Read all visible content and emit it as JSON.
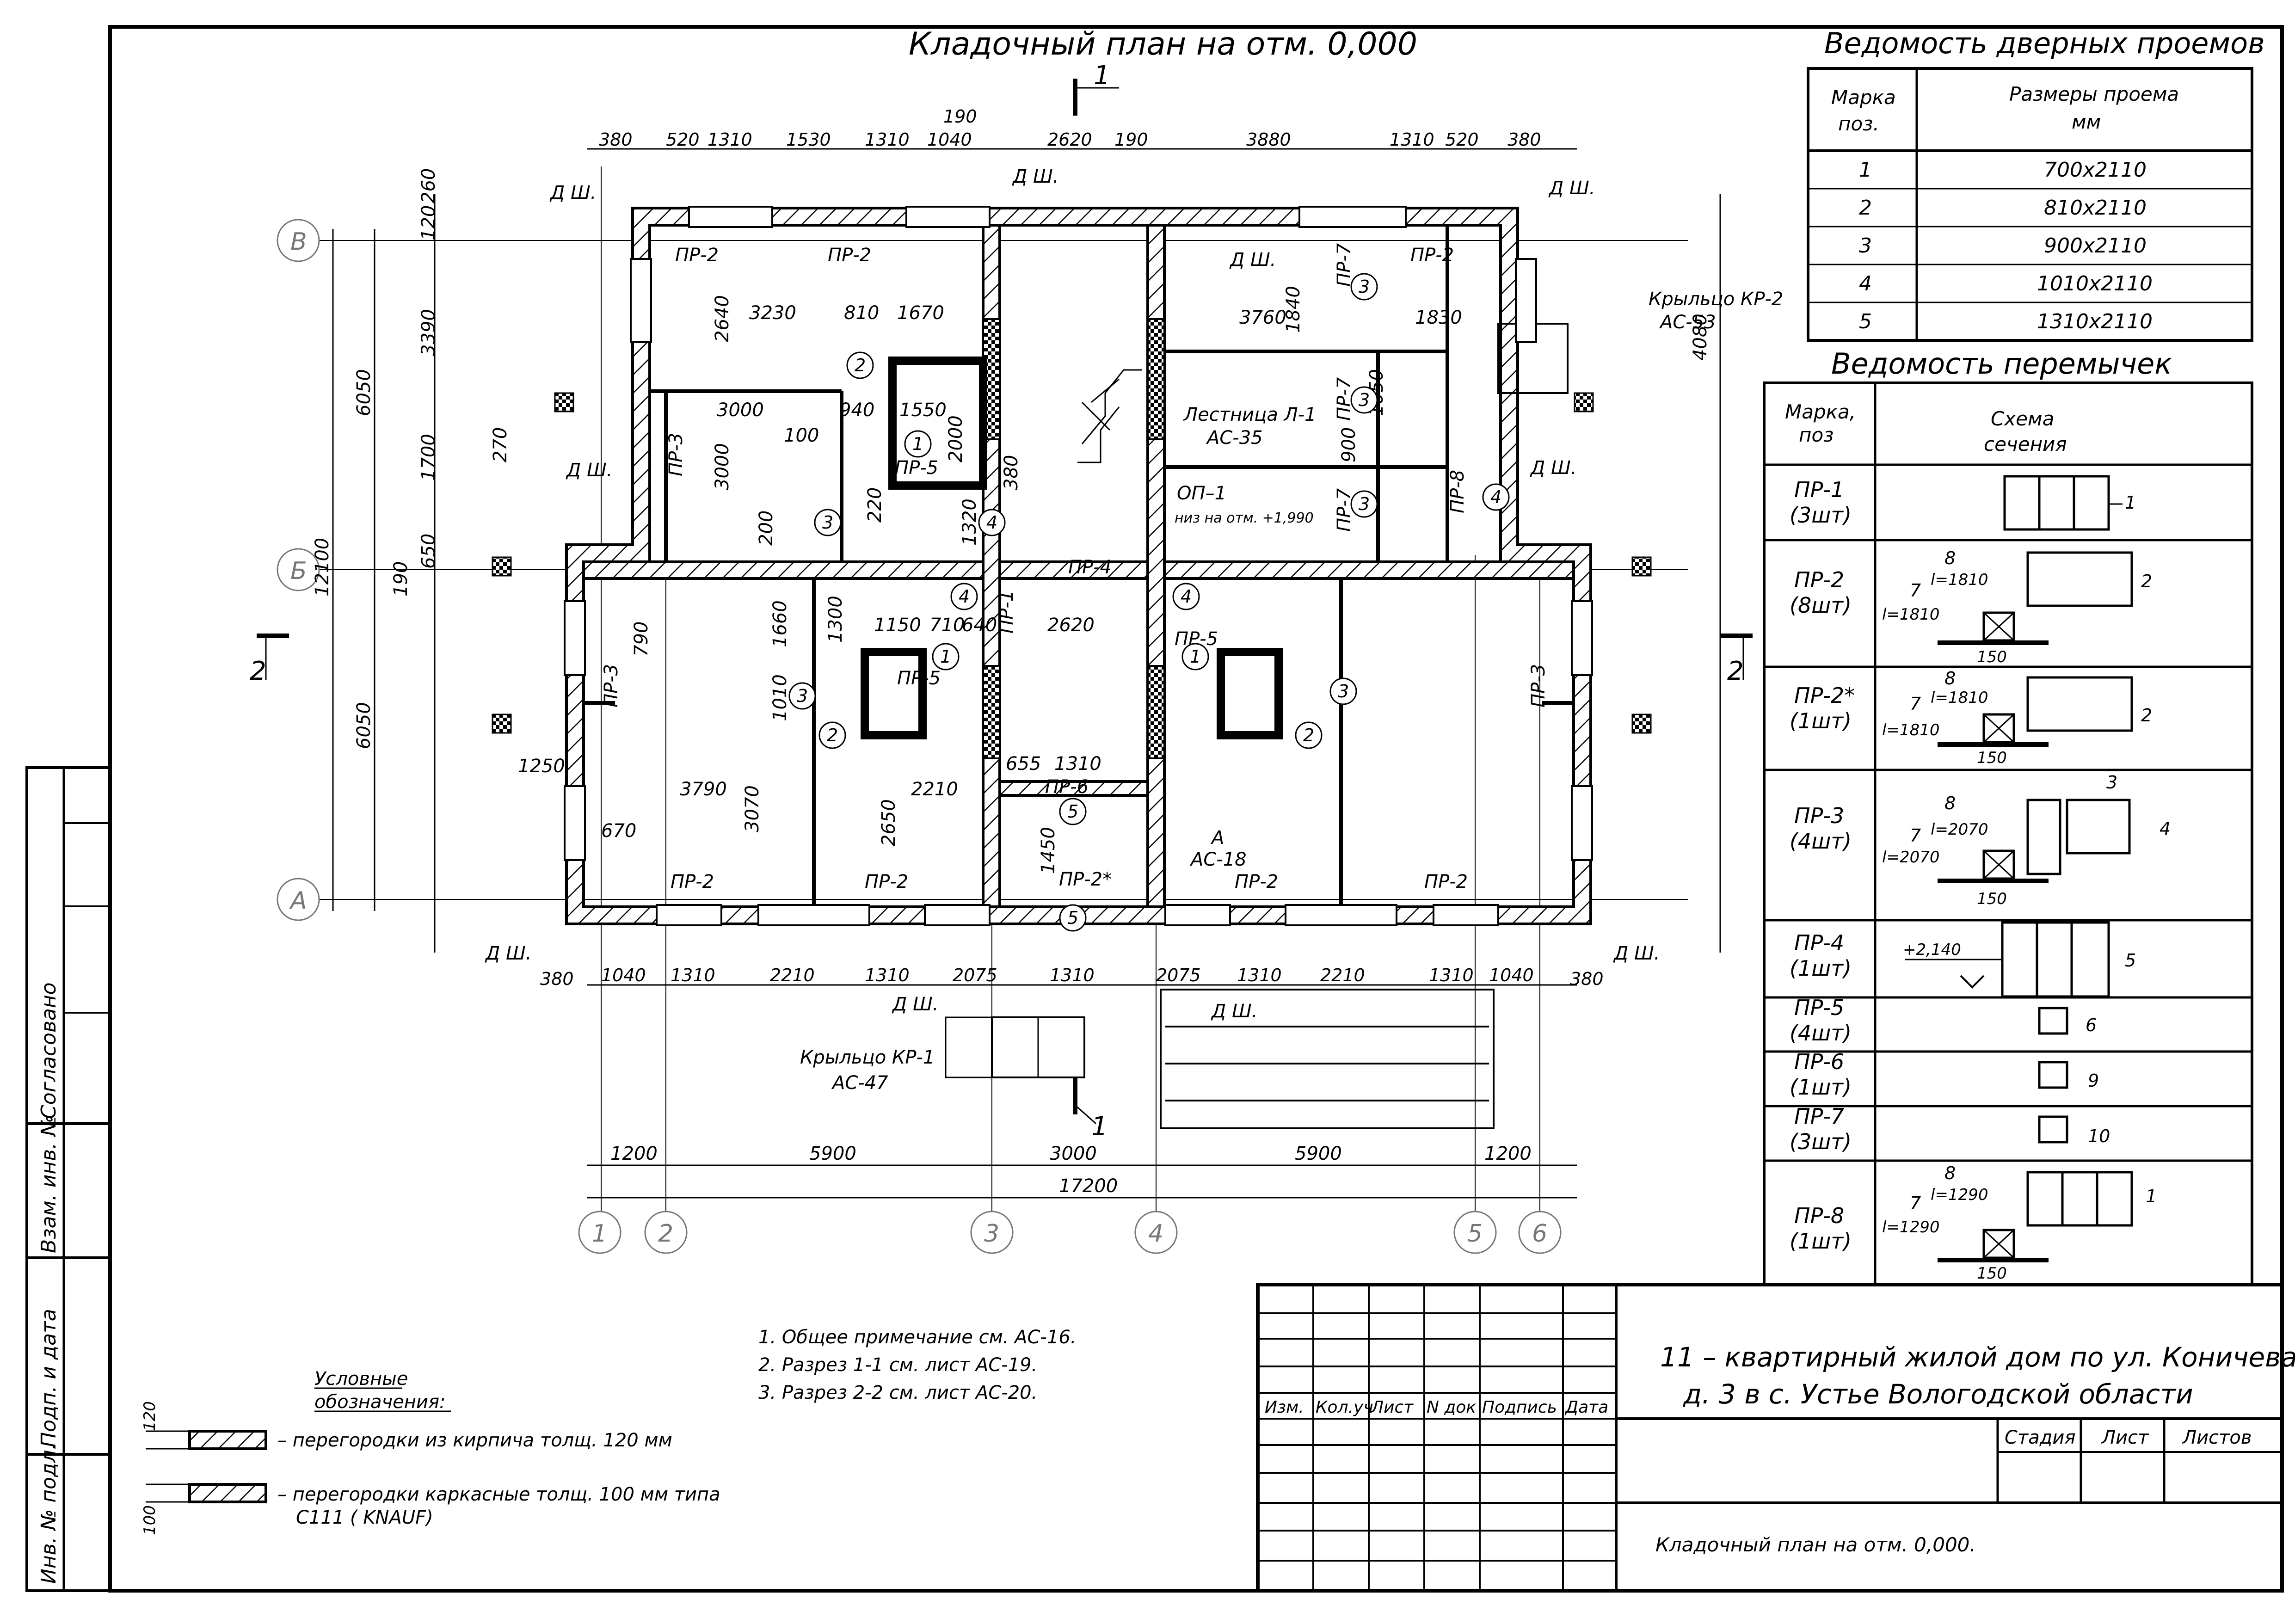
{
  "title": "Кладочный план на отм. 0,000",
  "door_schedule": {
    "title": "Ведомость дверных проемов",
    "headers": [
      "Марка поз.",
      "Размеры проема мм"
    ],
    "rows": [
      [
        "1",
        "700x2110"
      ],
      [
        "2",
        "810x2110"
      ],
      [
        "3",
        "900x2110"
      ],
      [
        "4",
        "1010x2110"
      ],
      [
        "5",
        "1310x2110"
      ]
    ]
  },
  "lintel_schedule": {
    "title": "Ведомость перемычек",
    "headers": [
      "Марка, поз",
      "Схема сечения"
    ],
    "rows": [
      {
        "mark": "ПР-1",
        "qty": "(3шт)",
        "callout": "1"
      },
      {
        "mark": "ПР-2",
        "qty": "(8шт)",
        "callout": "2",
        "l": "l=1810",
        "n8": "8",
        "n7": "7",
        "w": "150"
      },
      {
        "mark": "ПР-2*",
        "qty": "(1шт)",
        "callout": "2",
        "l": "l=1810",
        "n8": "8",
        "n7": "7",
        "w": "150"
      },
      {
        "mark": "ПР-3",
        "qty": "(4шт)",
        "callout": "4",
        "callout2": "3",
        "l": "l=2070",
        "n8": "8",
        "n7": "7",
        "w": "150"
      },
      {
        "mark": "ПР-4",
        "qty": "(1шт)",
        "callout": "5",
        "level": "+2,140"
      },
      {
        "mark": "ПР-5",
        "qty": "(4шт)",
        "callout": "6"
      },
      {
        "mark": "ПР-6",
        "qty": "(1шт)",
        "callout": "9"
      },
      {
        "mark": "ПР-7",
        "qty": "(3шт)",
        "callout": "10"
      },
      {
        "mark": "ПР-8",
        "qty": "(1шт)",
        "callout": "1",
        "l": "l=1290",
        "n8": "8",
        "n7": "7",
        "w": "150"
      }
    ]
  },
  "plan": {
    "axes_cols": [
      "1",
      "2",
      "3",
      "4",
      "5",
      "6"
    ],
    "axes_rows": [
      "В",
      "Б",
      "А"
    ],
    "bottom_dims": [
      "1200",
      "5900",
      "3000",
      "5900",
      "1200"
    ],
    "overall_width": "17200",
    "left_dims": [
      "6050",
      "6050"
    ],
    "overall_height": "12100",
    "top_chain": [
      "380",
      "520",
      "1310",
      "1530",
      "1310",
      "1040",
      "190",
      "2620",
      "190",
      "3880",
      "1310",
      "520",
      "380"
    ],
    "bottom_chain": [
      "380",
      "1040",
      "1310",
      "2210",
      "1310",
      "2075",
      "1310",
      "2075",
      "1310",
      "2210",
      "1310",
      "1040",
      "380"
    ],
    "section_marks": [
      "1",
      "1",
      "2",
      "2"
    ],
    "labels": {
      "dsh": "Д Ш.",
      "pr2": "ПР-2",
      "pr3": "ПР-3",
      "pr4": "ПР-4",
      "pr5": "ПР-5",
      "pr6": "ПР-6",
      "pr7": "ПР-7",
      "pr8": "ПР-8",
      "pr1": "ПР-1",
      "pr2s": "ПР-2*",
      "stair": "Лестница Л-1",
      "stair_ref": "АС-35",
      "op": "ОП–1",
      "op_note": "низ на отм. +1,990",
      "porch1": "Крыльцо КР-1",
      "porch1_ref": "АС-47",
      "porch2": "Крыльцо КР-2",
      "porch2_ref": "АС-53",
      "node_a": "А",
      "node_a_ref": "АС-18"
    },
    "room_dims": [
      "3230",
      "810",
      "1670",
      "2640",
      "3000",
      "3000",
      "100",
      "940",
      "1550",
      "2000",
      "3760",
      "1830",
      "1840",
      "3790",
      "3070",
      "2650",
      "2210",
      "1150",
      "710",
      "640",
      "2620",
      "1300",
      "1660",
      "1010",
      "1310",
      "655",
      "1450",
      "670",
      "1250",
      "120",
      "1700",
      "3390",
      "190",
      "260",
      "650",
      "790",
      "270",
      "1050",
      "900",
      "200",
      "220",
      "1320",
      "380",
      "4080"
    ]
  },
  "notes": [
    "1. Общее примечание см. АС-16.",
    "2. Разрез 1-1 см. лист АС-19.",
    "3. Разрез 2-2 см. лист АС-20."
  ],
  "legend": {
    "title": "Условные обозначения:",
    "items": [
      {
        "dim": "120",
        "text": "– перегородки из кирпича толщ. 120 мм"
      },
      {
        "dim": "100",
        "text": "– перегородки каркасные толщ. 100 мм типа С111 ( KNAUF)"
      }
    ]
  },
  "left_stamp": [
    "Согласовано",
    "Взам. инв. №",
    "Подп. и дата",
    "Инв. № подл."
  ],
  "title_block": {
    "project": "11 – квартирный жилой дом по ул. Коничева,",
    "project2": "д. 3 в с. Устье Вологодской области",
    "columns": [
      "Изм.",
      "Кол.уч",
      "Лист",
      "N док",
      "Подпись",
      "Дата"
    ],
    "stage_cols": [
      "Стадия",
      "Лист",
      "Листов"
    ],
    "sheet_title": "Кладочный план на отм. 0,000."
  }
}
